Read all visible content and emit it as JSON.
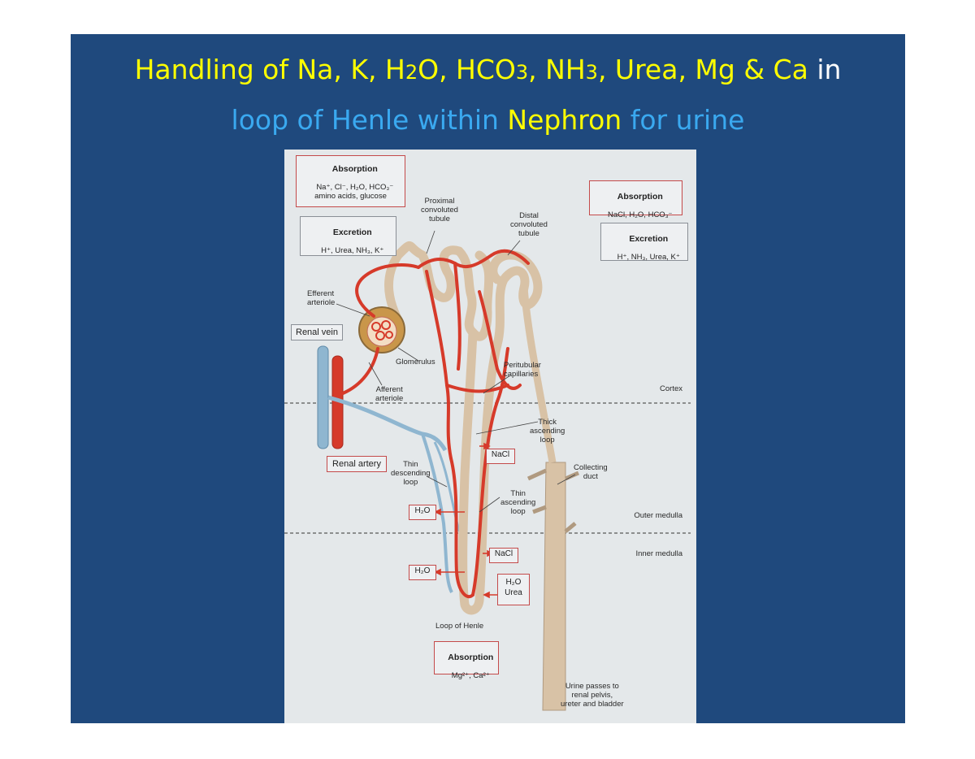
{
  "title": {
    "line1": [
      {
        "text": "Handling of Na, K, H",
        "color": "#ffff00"
      },
      {
        "text": "2",
        "color": "#ffff00",
        "sub": true
      },
      {
        "text": "O, HCO",
        "color": "#ffff00"
      },
      {
        "text": "3",
        "color": "#ffff00",
        "sub": true
      },
      {
        "text": ", NH",
        "color": "#ffff00"
      },
      {
        "text": "3",
        "color": "#ffff00",
        "sub": true
      },
      {
        "text": ", Urea, Mg & Ca",
        "color": "#ffff00"
      },
      {
        "text": " in",
        "color": "#ffffff"
      }
    ],
    "line2": [
      {
        "text": "loop of Henle within ",
        "color": "#3aa9f0"
      },
      {
        "text": "Nephron",
        "color": "#ffff00"
      },
      {
        "text": " for urine",
        "color": "#3aa9f0"
      }
    ]
  },
  "colors": {
    "slide_bg": "#1f497d",
    "artery": "#d63a2a",
    "vein": "#8fb6d0",
    "tubule": "#d8c2a6",
    "box_border": "#c44a4a"
  },
  "diagram": {
    "abs_left": {
      "heading": "Absorption",
      "body": "Na⁺, Cl⁻, H₂O, HCO₃⁻\namino acids, glucose"
    },
    "exc_left": {
      "heading": "Excretion",
      "body": "H⁺, Urea, NH₃, K⁺"
    },
    "abs_right": {
      "heading": "Absorption",
      "body": "NaCl, H₂O, HCO₃⁻"
    },
    "exc_right": {
      "heading": "Excretion",
      "body": "H⁺, NH₃, Urea, K⁺"
    },
    "abs_bottom": {
      "heading": "Absorption",
      "body": "Mg²⁺, Ca²⁺"
    },
    "labels": {
      "proximal": "Proximal\nconvoluted\ntubule",
      "distal": "Distal\nconvoluted\ntubule",
      "efferent": "Efferent\narteriole",
      "renal_vein": "Renal vein",
      "glomerulus": "Glomerulus",
      "peritubular": "Peritubular\ncapillaries",
      "afferent": "Afferent\narteriole",
      "cortex": "Cortex",
      "thick_ascending": "Thick\nascending\nloop",
      "renal_artery": "Renal artery",
      "thin_descending": "Thin\ndescending\nloop",
      "collecting_duct": "Collecting\nduct",
      "thin_ascending": "Thin\nascending\nloop",
      "outer_medulla": "Outer medulla",
      "inner_medulla": "Inner medulla",
      "loop_of_henle": "Loop of Henle",
      "urine": "Urine passes to\nrenal pelvis,\nureter and bladder"
    },
    "chem": {
      "nacl_1": "NaCl",
      "h2o_1": "H₂O",
      "nacl_2": "NaCl",
      "h2o_2": "H₂O",
      "h2o_urea": "H₂O\nUrea"
    }
  }
}
